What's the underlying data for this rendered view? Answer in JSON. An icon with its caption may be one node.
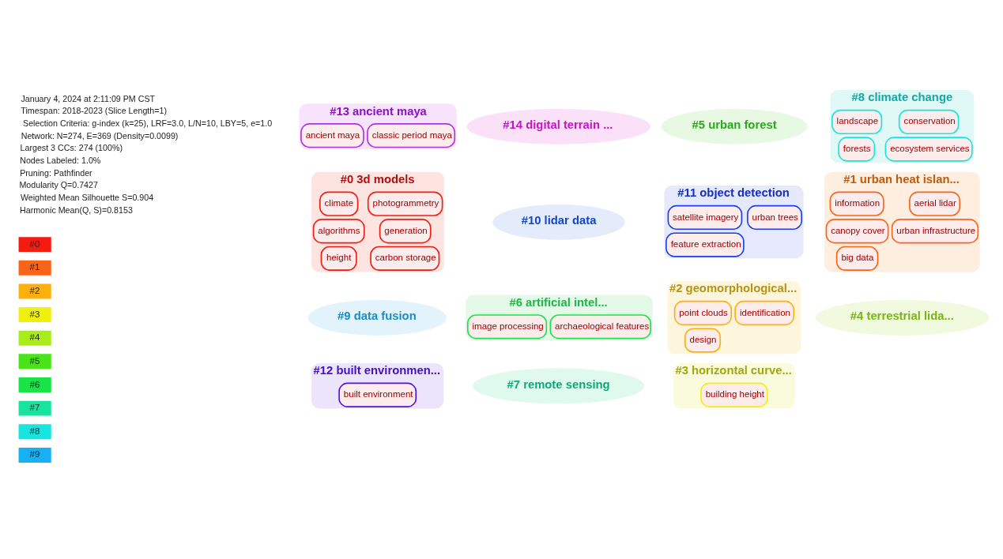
{
  "diagram": {
    "nodes": [
      {
        "text": [
          "#13 ancient maya"
        ]
      },
      {
        "text": [
          "ancient maya"
        ],
        "in": 0
      },
      {
        "text": [
          "classic period maya"
        ],
        "in": 0
      },
      {
        "text": [
          "#14 digital terrain ..."
        ]
      },
      {
        "text": [
          "#5 urban forest"
        ]
      },
      {
        "text": [
          "#8 climate change"
        ]
      },
      {
        "text": [
          "landscape"
        ],
        "in": 5
      },
      {
        "text": [
          "conservation"
        ],
        "in": 5
      },
      {
        "text": [
          "forests"
        ],
        "in": 5
      },
      {
        "text": [
          "ecosystem services"
        ],
        "in": 5
      },
      {
        "text": [
          "#0 3d models"
        ]
      },
      {
        "text": [
          "climate"
        ],
        "in": 10
      },
      {
        "text": [
          "photogrammetry"
        ],
        "in": 10
      },
      {
        "text": [
          "algorithms"
        ],
        "in": 10
      },
      {
        "text": [
          "generation"
        ],
        "in": 10
      },
      {
        "text": [
          "height"
        ],
        "in": 10
      },
      {
        "text": [
          "carbon storage"
        ],
        "in": 10
      },
      {
        "text": [
          "#10 lidar data"
        ]
      },
      {
        "text": [
          "#11 object detection"
        ]
      },
      {
        "text": [
          "satellite imagery"
        ],
        "in": 18
      },
      {
        "text": [
          "urban trees"
        ],
        "in": 18
      },
      {
        "text": [
          "feature extraction"
        ],
        "in": 18
      },
      {
        "text": [
          "#1 urban heat islan..."
        ]
      },
      {
        "text": [
          "information"
        ],
        "in": 22
      },
      {
        "text": [
          "aerial lidar"
        ],
        "in": 22
      },
      {
        "text": [
          "canopy cover"
        ],
        "in": 22
      },
      {
        "text": [
          "urban infrastructure"
        ],
        "in": 22
      },
      {
        "text": [
          "big data"
        ],
        "in": 22
      },
      {
        "text": [
          "#9 data fusion"
        ]
      },
      {
        "text": [
          "#6 artificial intel..."
        ]
      },
      {
        "text": [
          "image processing"
        ],
        "in": 29
      },
      {
        "text": [
          "archaeological features"
        ],
        "in": 29
      },
      {
        "text": [
          "#2 geomorphological..."
        ]
      },
      {
        "text": [
          "point clouds"
        ],
        "in": 32
      },
      {
        "text": [
          "identification"
        ],
        "in": 32
      },
      {
        "text": [
          "design"
        ],
        "in": 32
      },
      {
        "text": [
          "#4 terrestrial lida..."
        ]
      },
      {
        "text": [
          "#12 built environmen..."
        ]
      },
      {
        "text": [
          "built environment"
        ],
        "in": 37
      },
      {
        "text": [
          "#7 remote sensing"
        ]
      },
      {
        "text": [
          "#3 horizontal curve..."
        ]
      },
      {
        "text": [
          "building height"
        ],
        "in": 40
      }
    ],
    "labels": [
      "January 4, 2024 at 2:11:09 PM CST",
      "Timespan: 2018-2023 (Slice Length=1)",
      "Selection Criteria: g-index (k=25), LRF=3.0, L/N=10, LBY=5, e=1.0",
      "Network: N=274, E=369 (Density=0.0099)",
      "Largest 3 CCs: 274 (100%)",
      "Nodes Labeled: 1.0%",
      "Pruning: Pathfinder",
      "Modularity Q=0.7427",
      "Weighted Mean Silhouette S=0.904",
      "Harmonic Mean(Q, S)=0.8153"
    ],
    "legend": [
      {
        "text": "#0",
        "color": "#f21c10"
      },
      {
        "text": "#1",
        "color": "#f8641a"
      },
      {
        "text": "#2",
        "color": "#fcb010"
      },
      {
        "text": "#3",
        "color": "#f0f010"
      },
      {
        "text": "#4",
        "color": "#a8ec18"
      },
      {
        "text": "#5",
        "color": "#48e418"
      },
      {
        "text": "#6",
        "color": "#18e448"
      },
      {
        "text": "#7",
        "color": "#18e4a0"
      },
      {
        "text": "#8",
        "color": "#18e4e0"
      },
      {
        "text": "#9",
        "color": "#18b0f4"
      }
    ]
  }
}
